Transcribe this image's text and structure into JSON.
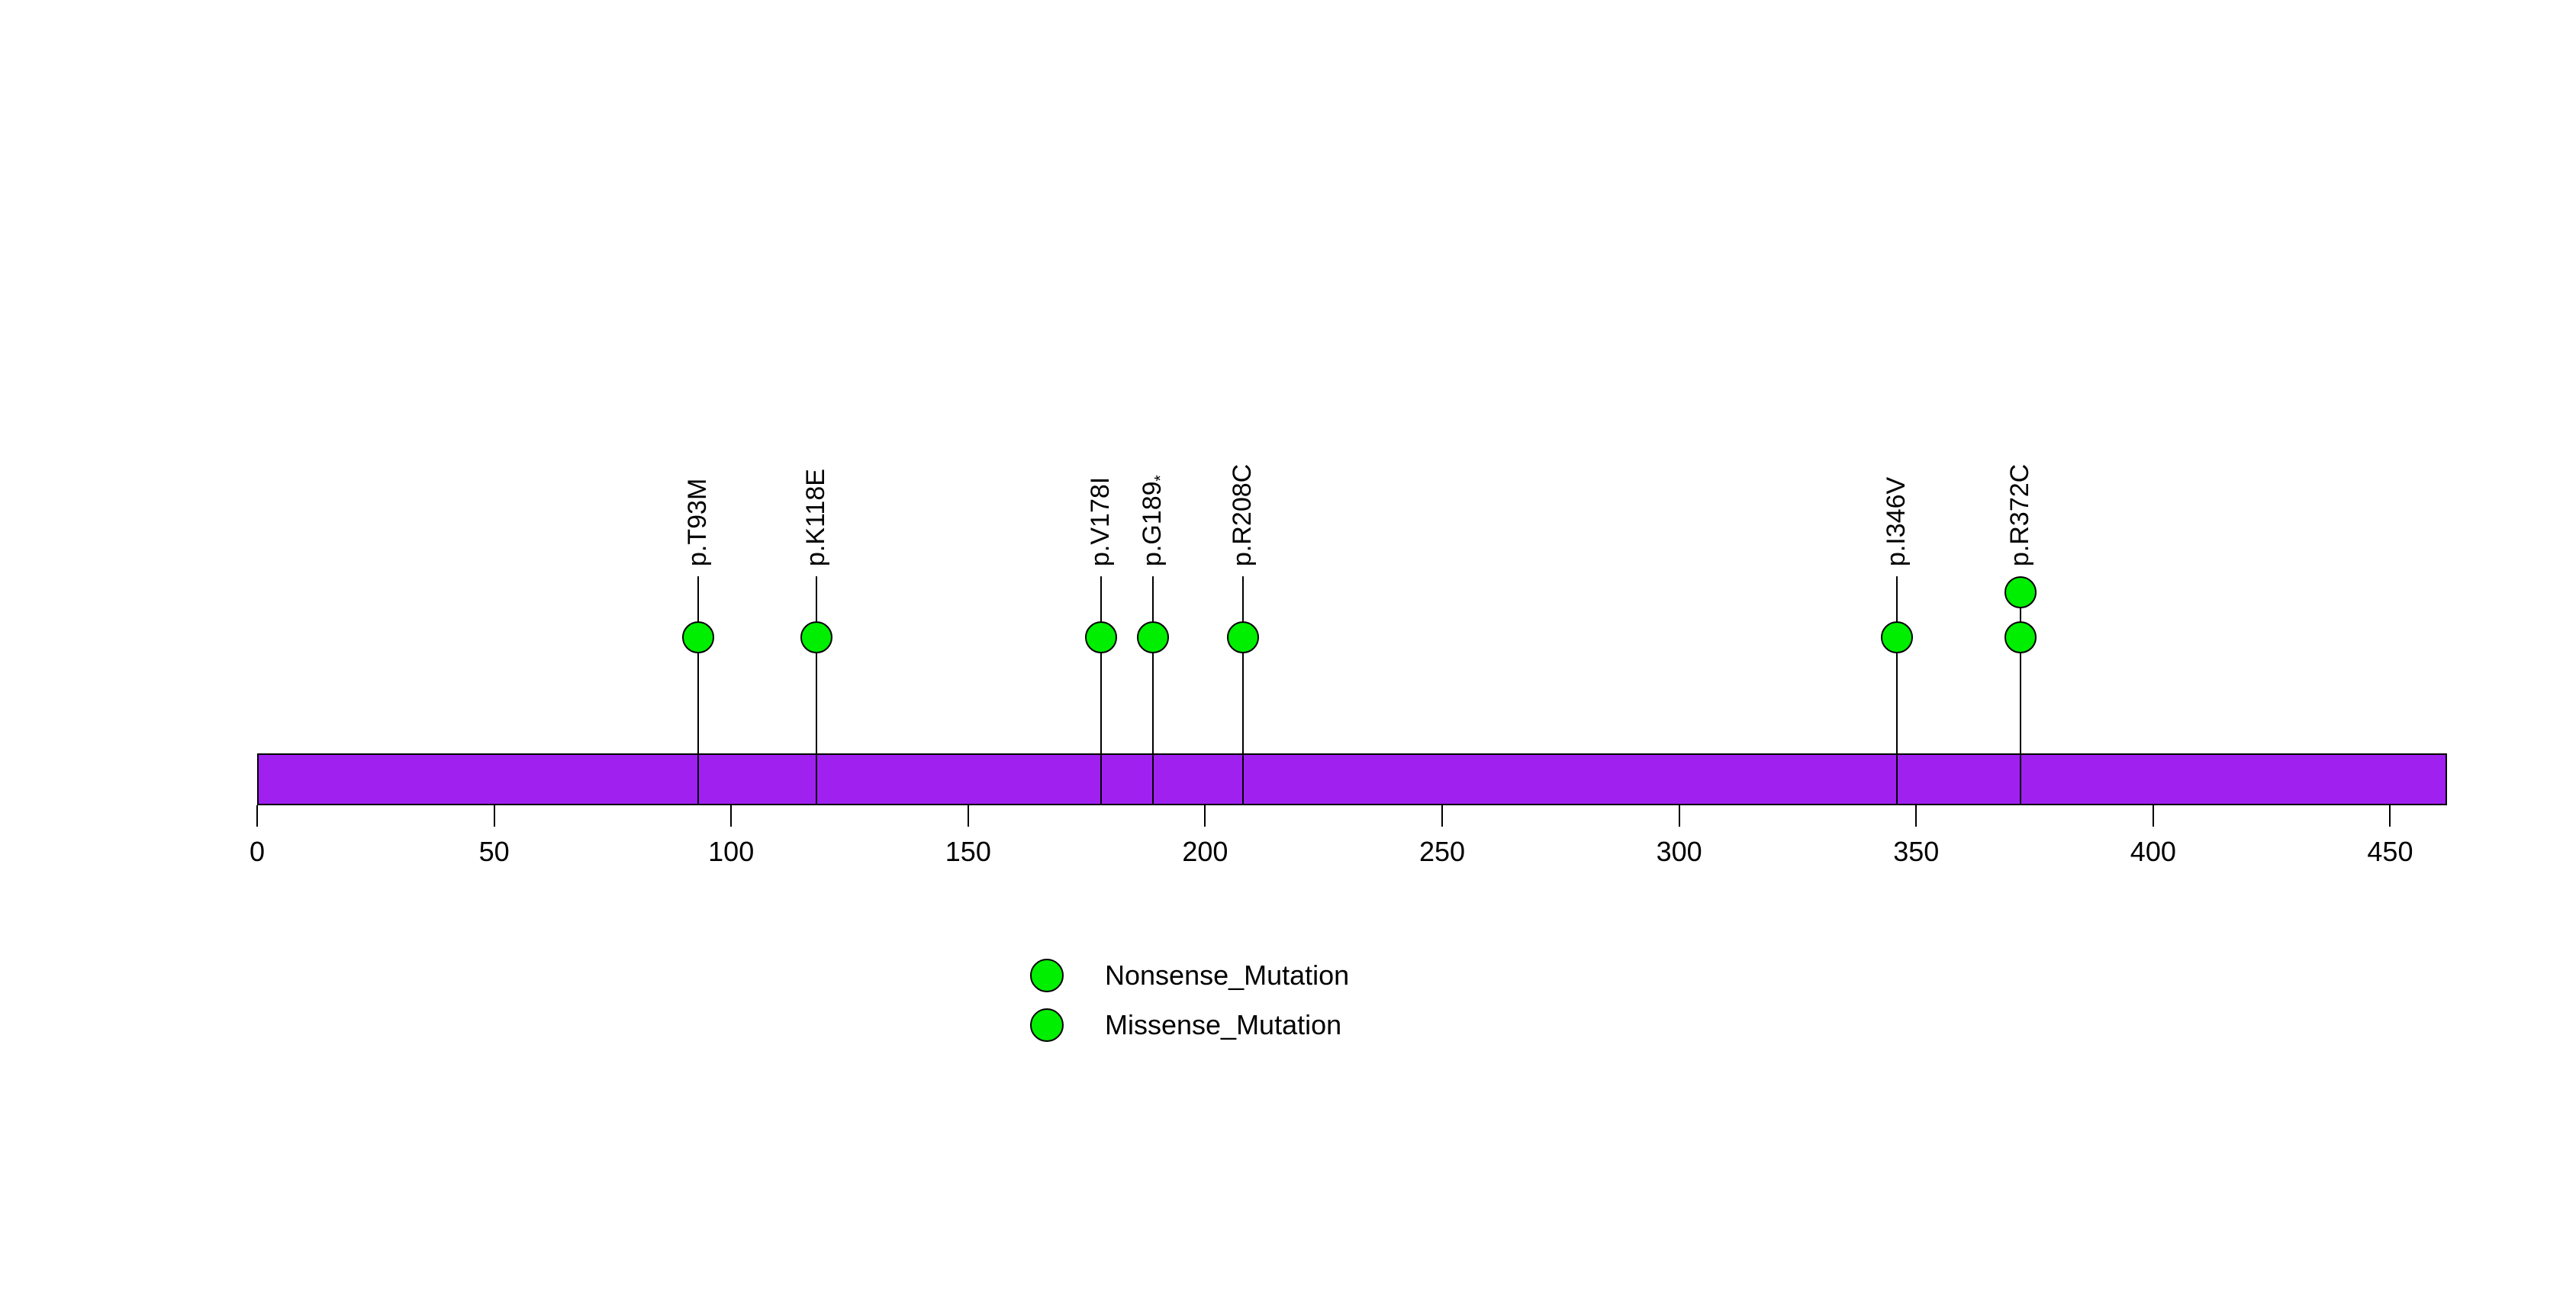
{
  "chart_data": {
    "type": "lollipop",
    "title": "",
    "description": "Protein mutation lollipop plot with all lollipops drawn in green over a purple protein body bar",
    "protein_length_aa": 462,
    "x_axis": {
      "ticks": [
        0,
        50,
        100,
        150,
        200,
        250,
        300,
        350,
        400,
        450
      ],
      "range": [
        0,
        462
      ],
      "grid": false
    },
    "mutations": [
      {
        "label": "p.T93M",
        "label_suffix": "",
        "position": 93,
        "count": 1
      },
      {
        "label": "p.K118E",
        "label_suffix": "",
        "position": 118,
        "count": 1
      },
      {
        "label": "p.V178I",
        "label_suffix": "",
        "position": 178,
        "count": 1
      },
      {
        "label": "p.G189",
        "label_suffix": "*",
        "position": 189,
        "count": 1
      },
      {
        "label": "p.R208C",
        "label_suffix": "",
        "position": 208,
        "count": 1
      },
      {
        "label": "p.I346V",
        "label_suffix": "",
        "position": 346,
        "count": 1
      },
      {
        "label": "p.R372C",
        "label_suffix": "",
        "position": 372,
        "count": 2
      }
    ],
    "legend": {
      "position": "bottom",
      "items": [
        {
          "label": "Nonsense_Mutation",
          "color": "#00EE00"
        },
        {
          "label": "Missense_Mutation",
          "color": "#00EE00"
        }
      ]
    },
    "colors": {
      "lollipop_fill": "#00EE00",
      "lollipop_border": "#000000",
      "protein_bar": "#A020F0",
      "stem": "#000000",
      "text": "#000000"
    }
  }
}
